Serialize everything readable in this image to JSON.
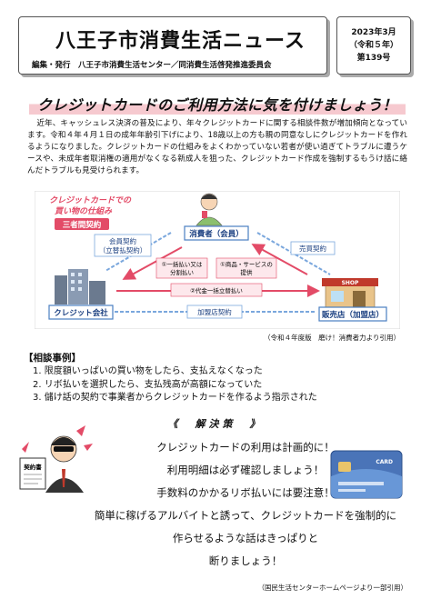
{
  "header": {
    "title": "八王子市消費生活ニュース",
    "subtitle": "編集・発行　八王子市消費生活センター／同消費生活啓発推進委員会",
    "date_line1": "2023年3月",
    "date_line2": "（令和５年）",
    "issue": "第139号"
  },
  "banner": {
    "title": "クレジットカードのご利用方法に気を付けましょう！"
  },
  "intro": {
    "text": "近年、キャッシュレス決済の普及により、年々クレジットカードに関する相談件数が増加傾向となっています。令和４年４月１日の成年年齢引下げにより、18歳以上の方も親の同意なしにクレジットカードを作れるようになりました。クレジットカードの仕組みをよくわかっていない若者が使い過ぎてトラブルに遭うケースや、未成年者取消権の適用がなくなる新成人を狙った、クレジットカード作成を強制するもうけ話に絡んだトラブルも見受けられます。"
  },
  "diagram": {
    "title_line1": "クレジットカードでの",
    "title_line2": "買い物の仕組み",
    "badge": "三者間契約",
    "consumer": "消費者（会員）",
    "company": "クレジット会社",
    "store": "販売店（加盟店）",
    "member_contract_1": "会員契約",
    "member_contract_2": "（立替払契約）",
    "sales_contract": "売買契約",
    "payment_1": "①一括払い又は",
    "payment_2": "分割払い",
    "goods_1": "①商品・サービスの",
    "goods_2": "提供",
    "advance": "②代金一括立替払い",
    "merchant_contract": "加盟店契約",
    "store_sign": "SHOP",
    "card_label": "CARD",
    "colors": {
      "arrow": "#e34b67",
      "box_border": "#4a7fc1",
      "badge": "#e34b67"
    }
  },
  "caption1": "（令和４年度版　磨け！消費者力より引用）",
  "cases": {
    "title": "【相談事例】",
    "items": [
      "1. 限度額いっぱいの買い物をしたら、支払えなくなった",
      "2. リボ払いを選択したら、支払残高が高額になっていた",
      "3. 儲け話の契約で事業者からクレジットカードを作るよう指示された"
    ]
  },
  "solution": {
    "heading": "《　解決策　》",
    "lines": [
      "クレジットカードの利用は計画的に！",
      "利用明細は必ず確認しましょう！",
      "手数料のかかるリボ払いには要注意！",
      "簡単に稼げるアルバイトと誘って、クレジットカードを強制的に",
      "作らせるような話はきっぱりと",
      "断りましょう！"
    ]
  },
  "illustration": {
    "contract_label": "契約書"
  },
  "caption2": "（国民生活センターホームページより一部引用）"
}
